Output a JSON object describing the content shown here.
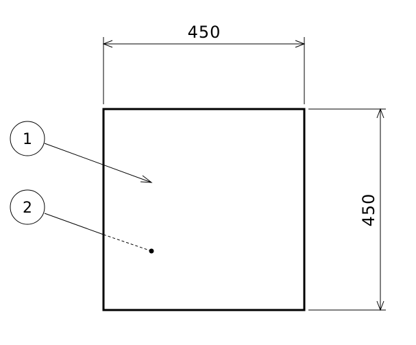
{
  "drawing": {
    "width_dimension": "450",
    "height_dimension": "450",
    "callouts": [
      {
        "label": "1"
      },
      {
        "label": "2"
      }
    ]
  }
}
